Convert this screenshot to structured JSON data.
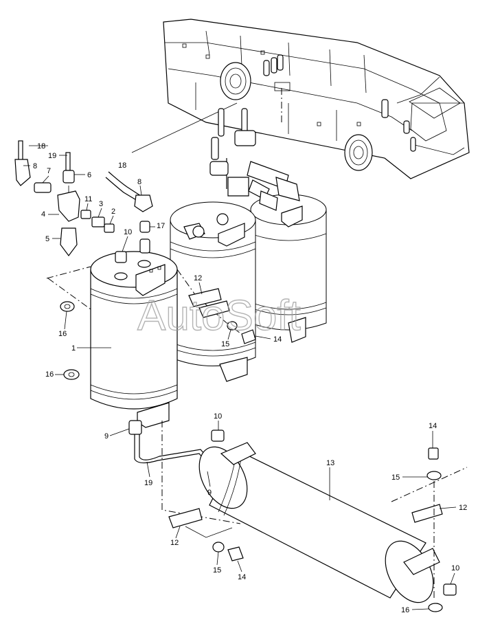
{
  "watermark": "AutoSoft",
  "callouts": {
    "c1": "1",
    "c2": "2",
    "c3": "3",
    "c4": "4",
    "c5": "5",
    "c6": "6",
    "c7": "7",
    "c8a": "8",
    "c8b": "8",
    "c9a": "9",
    "c9b": "9",
    "c10a": "10",
    "c10b": "10",
    "c10c": "10",
    "c11": "11",
    "c12a": "12",
    "c12b": "12",
    "c12c": "12",
    "c13": "13",
    "c14a": "14",
    "c14b": "14",
    "c14c": "14",
    "c15a": "15",
    "c15b": "15",
    "c15c": "15",
    "c16a": "16",
    "c16b": "16",
    "c16c": "16",
    "c17": "17",
    "c18a": "18",
    "c18b": "18",
    "c19a": "19",
    "c19b": "19"
  }
}
